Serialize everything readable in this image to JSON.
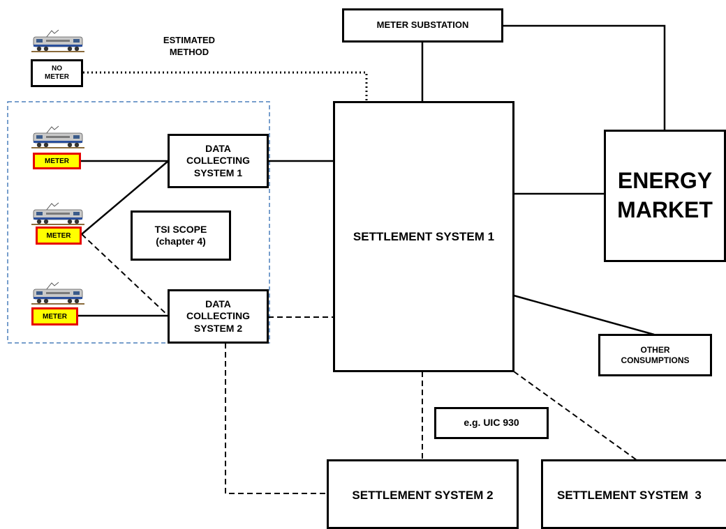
{
  "colors": {
    "meter_fill": "#ffff00",
    "meter_border": "#e60000",
    "scope_border": "#4a7ebb",
    "line": "#000000"
  },
  "labels": {
    "estimated_method": "ESTIMATED METHOD",
    "no_meter": "NO METER",
    "meter": "METER",
    "meter_substation": "METER SUBSTATION",
    "data_collecting_1": "DATA COLLECTING SYSTEM 1",
    "data_collecting_2": "DATA COLLECTING SYSTEM 2",
    "tsi_scope": "TSI SCOPE (chapter 4)",
    "settlement_1": "SETTLEMENT SYSTEM 1",
    "settlement_2": "SETTLEMENT SYSTEM 2",
    "settlement_3": "SETTLEMENT SYSTEM  3",
    "energy_market": "ENERGY MARKET",
    "other_consumptions": "OTHER CONSUMPTIONS",
    "uic": "e.g. UIC 930"
  },
  "icons": [
    "locomotive-icon"
  ]
}
